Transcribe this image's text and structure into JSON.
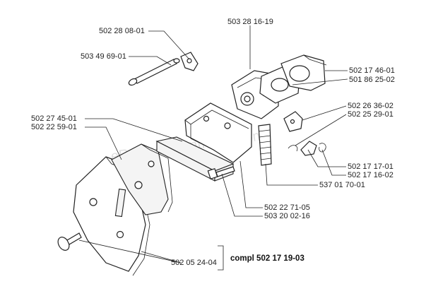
{
  "watermark": "eReplacementParts.com",
  "labels": {
    "p1": "503 28 16-19",
    "p2": "502 28 08-01",
    "p3": "503 49 69-01",
    "p4": "502 17 46-01",
    "p5": "501 86 25-02",
    "p6": "502 26 36-02",
    "p7": "502 25 29-01",
    "p8": "502 27 45-01",
    "p9": "502 22 59-01",
    "p10": "502 17 17-01",
    "p11": "502 17 16-02",
    "p12": "537 01 70-01",
    "p13": "502 22 71-05",
    "p14": "503 20 02-16",
    "p15": "502 05 24-04"
  },
  "kit_label": "compl 502 17 19-03"
}
